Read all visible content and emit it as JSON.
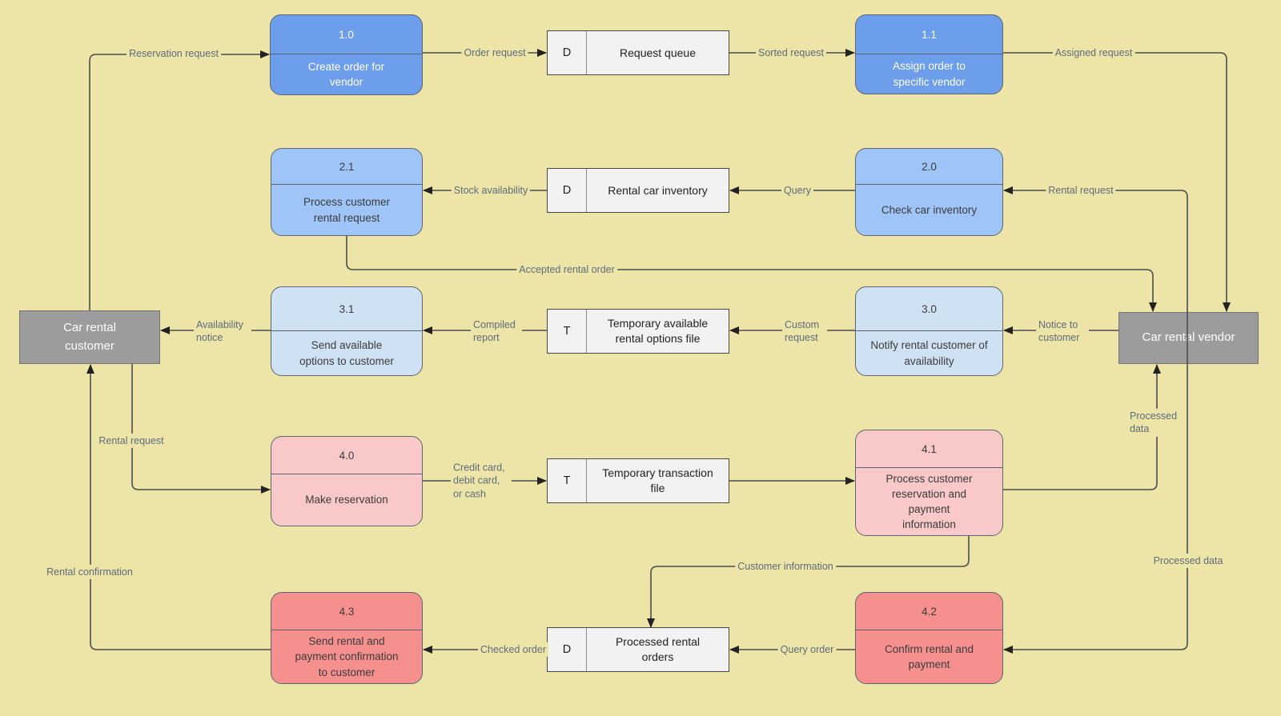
{
  "colors": {
    "canvas": "#EDE4A8",
    "proc-blue-1": "#6D9EEB",
    "proc-blue-2": "#9FC5F8",
    "proc-blue-3": "#CFE2F3",
    "proc-pink": "#F8C9C8",
    "proc-salmon": "#F5908F",
    "entity-gray": "#9C9C9C",
    "store-fill": "#F2F2F2",
    "shape-border": "#5B6470",
    "store-border": "#474747",
    "line": "#4D4D4D",
    "arrow": "#222222",
    "label-text": "#5D6C7B"
  },
  "entities": {
    "customer": {
      "label": "Car rental customer"
    },
    "vendor": {
      "label": "Car rental vendor"
    }
  },
  "processes": {
    "p10": {
      "id": "1.0",
      "label": "Create order for vendor"
    },
    "p11": {
      "id": "1.1",
      "label": "Assign order to specific vendor"
    },
    "p21": {
      "id": "2.1",
      "label": "Process customer rental request"
    },
    "p20": {
      "id": "2.0",
      "label": "Check car inventory"
    },
    "p31": {
      "id": "3.1",
      "label": "Send available options to customer"
    },
    "p30": {
      "id": "3.0",
      "label": "Notify rental customer of availability"
    },
    "p40": {
      "id": "4.0",
      "label": "Make reservation"
    },
    "p41": {
      "id": "4.1",
      "label": "Process customer reservation and payment information"
    },
    "p43": {
      "id": "4.3",
      "label": "Send rental and payment confirmation to customer"
    },
    "p42": {
      "id": "4.2",
      "label": "Confirm rental and payment"
    }
  },
  "datastores": {
    "request_queue": {
      "type": "D",
      "label": "Request queue"
    },
    "rental_car_inventory": {
      "type": "D",
      "label": "Rental car inventory"
    },
    "temp_rental_options": {
      "type": "T",
      "label": "Temporary available rental options file"
    },
    "temp_transaction": {
      "type": "T",
      "label": "Temporary transaction file"
    },
    "processed_orders": {
      "type": "D",
      "label": "Processed rental orders"
    }
  },
  "flows": {
    "reservation_request": {
      "label": "Reservation request"
    },
    "order_request": {
      "label": "Order request"
    },
    "sorted_request": {
      "label": "Sorted request"
    },
    "assigned_request": {
      "label": "Assigned request"
    },
    "rental_request_vendor": {
      "label": "Rental request"
    },
    "query": {
      "label": "Query"
    },
    "stock_availability": {
      "label": "Stock availability"
    },
    "accepted_rental_order": {
      "label": "Accepted rental order"
    },
    "notice_to_customer": {
      "label": "Notice to customer"
    },
    "custom_request": {
      "label": "Custom request"
    },
    "compiled_report": {
      "label": "Compiled report"
    },
    "availability_notice": {
      "label": "Availability notice"
    },
    "rental_request_customer": {
      "label": "Rental request"
    },
    "credit_card_debit_card_or_cash": {
      "label": "Credit card, debit card, or cash"
    },
    "processed_data_to_vendor": {
      "label": "Processed data"
    },
    "processed_data_to_confirm": {
      "label": "Processed data"
    },
    "customer_information": {
      "label": "Customer information"
    },
    "query_order": {
      "label": "Query order"
    },
    "checked_order": {
      "label": "Checked order"
    },
    "rental_confirmation": {
      "label": "Rental confirmation"
    }
  }
}
